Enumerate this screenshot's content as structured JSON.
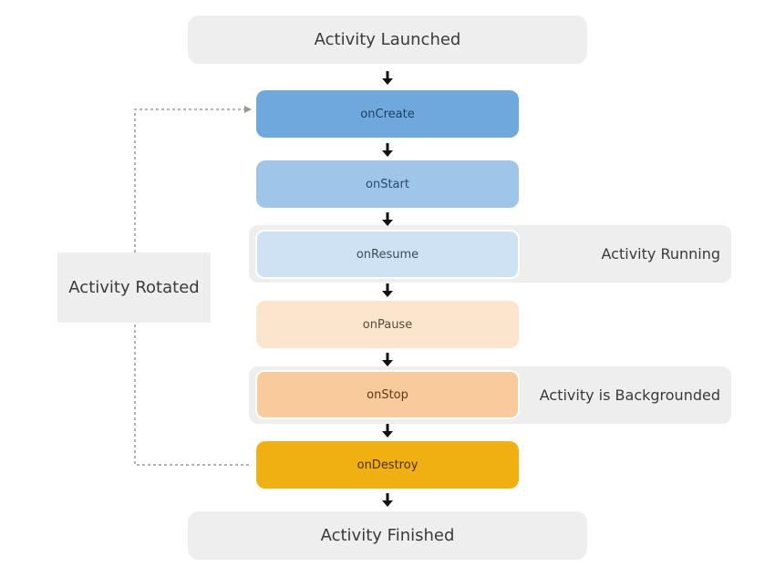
{
  "diagram": {
    "launched_label": "Activity Launched",
    "finished_label": "Activity Finished",
    "rotated_label": "Activity Rotated",
    "running_label": "Activity Running",
    "backgrounded_label": "Activity is Backgrounded",
    "steps": [
      {
        "label": "onCreate",
        "color": "#6fa8dc",
        "text_color": "#1c3f66"
      },
      {
        "label": "onStart",
        "color": "#9fc5e8",
        "text_color": "#2a4a6a"
      },
      {
        "label": "onResume",
        "color": "#cfe2f3",
        "text_color": "#3a4a5a"
      },
      {
        "label": "onPause",
        "color": "#fce5cd",
        "text_color": "#5a4a3a"
      },
      {
        "label": "onStop",
        "color": "#f9cb9c",
        "text_color": "#5a3a1a"
      },
      {
        "label": "onDestroy",
        "color": "#f1b011",
        "text_color": "#4a3000"
      }
    ],
    "arrow_color": "#111111",
    "loop_line_color": "#999999"
  }
}
